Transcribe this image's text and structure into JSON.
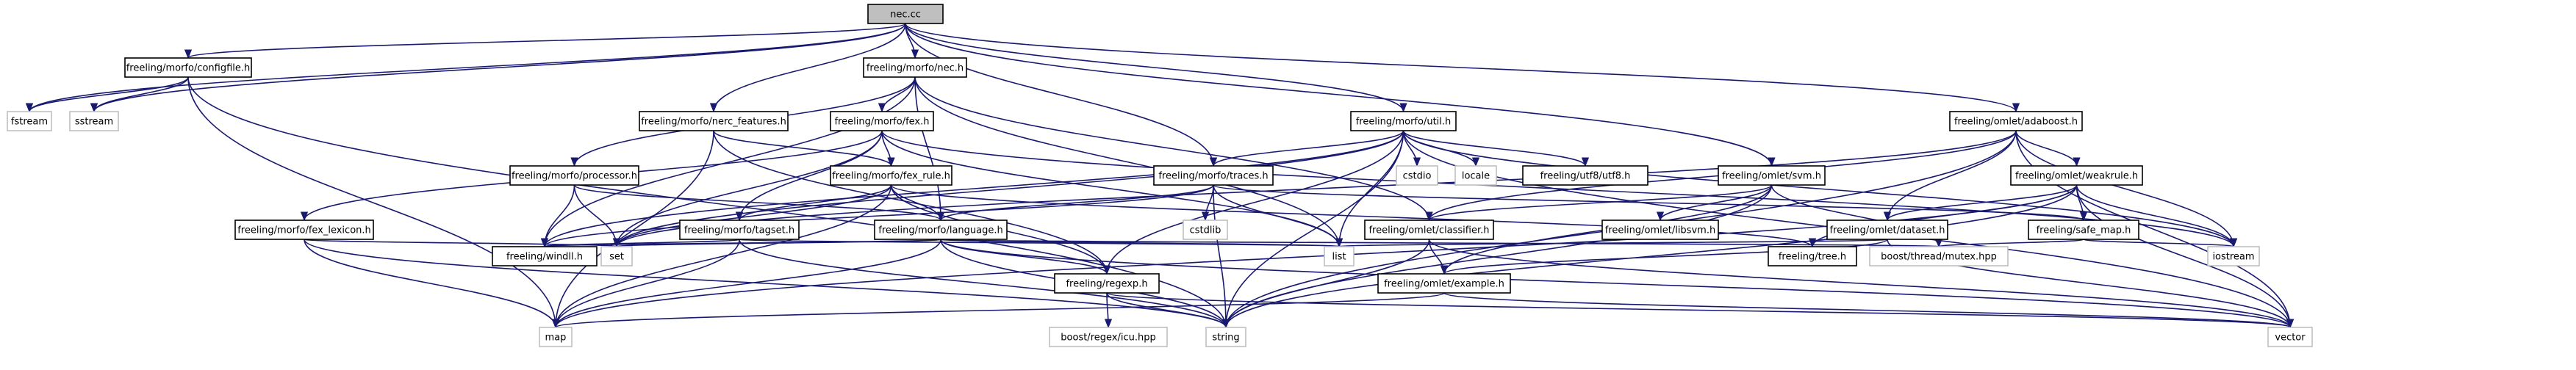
{
  "colors": {
    "edge": "#191970",
    "node_border": "#000000",
    "node_fill": "#ffffff",
    "root_fill": "#bfbfbf",
    "external_border": "#bfbfbf",
    "text": "#000000"
  },
  "nodes": {
    "nec_cc": {
      "label": "nec.cc",
      "kind": "root"
    },
    "configfile_h": {
      "label": "freeling/morfo/configfile.h",
      "kind": "internal"
    },
    "nec_h": {
      "label": "freeling/morfo/nec.h",
      "kind": "internal"
    },
    "nerc_features_h": {
      "label": "freeling/morfo/nerc_features.h",
      "kind": "internal"
    },
    "fex_h": {
      "label": "freeling/morfo/fex.h",
      "kind": "internal"
    },
    "util_h": {
      "label": "freeling/morfo/util.h",
      "kind": "internal"
    },
    "adaboost_h": {
      "label": "freeling/omlet/adaboost.h",
      "kind": "internal"
    },
    "processor_h": {
      "label": "freeling/morfo/processor.h",
      "kind": "internal"
    },
    "fex_rule_h": {
      "label": "freeling/morfo/fex_rule.h",
      "kind": "internal"
    },
    "traces_h": {
      "label": "freeling/morfo/traces.h",
      "kind": "internal"
    },
    "svm_h": {
      "label": "freeling/omlet/svm.h",
      "kind": "internal"
    },
    "weakrule_h": {
      "label": "freeling/omlet/weakrule.h",
      "kind": "internal"
    },
    "fex_lexicon_h": {
      "label": "freeling/morfo/fex_lexicon.h",
      "kind": "internal"
    },
    "tagset_h": {
      "label": "freeling/morfo/tagset.h",
      "kind": "internal"
    },
    "language_h": {
      "label": "freeling/morfo/language.h",
      "kind": "internal"
    },
    "classifier_h": {
      "label": "freeling/omlet/classifier.h",
      "kind": "internal"
    },
    "libsvm_h": {
      "label": "freeling/omlet/libsvm.h",
      "kind": "internal"
    },
    "dataset_h": {
      "label": "freeling/omlet/dataset.h",
      "kind": "internal"
    },
    "safe_map_h": {
      "label": "freeling/safe_map.h",
      "kind": "internal"
    },
    "windll_h": {
      "label": "freeling/windll.h",
      "kind": "internal"
    },
    "regexp_h": {
      "label": "freeling/regexp.h",
      "kind": "internal"
    },
    "example_h": {
      "label": "freeling/omlet/example.h",
      "kind": "internal"
    },
    "tree_h": {
      "label": "freeling/tree.h",
      "kind": "internal"
    },
    "utf8_h": {
      "label": "freeling/utf8/utf8.h",
      "kind": "internal"
    },
    "fstream": {
      "label": "fstream",
      "kind": "external"
    },
    "sstream": {
      "label": "sstream",
      "kind": "external"
    },
    "cstdio": {
      "label": "cstdio",
      "kind": "external"
    },
    "locale": {
      "label": "locale",
      "kind": "external"
    },
    "cstdlib": {
      "label": "cstdlib",
      "kind": "external"
    },
    "set": {
      "label": "set",
      "kind": "external"
    },
    "list": {
      "label": "list",
      "kind": "external"
    },
    "mutex_hpp": {
      "label": "boost/thread/mutex.hpp",
      "kind": "external"
    },
    "iostream": {
      "label": "iostream",
      "kind": "external"
    },
    "map": {
      "label": "map",
      "kind": "external"
    },
    "string": {
      "label": "string",
      "kind": "external"
    },
    "vector": {
      "label": "vector",
      "kind": "external"
    },
    "icu_hpp": {
      "label": "boost/regex/icu.hpp",
      "kind": "external"
    }
  },
  "edges": [
    [
      "nec_cc",
      "fstream"
    ],
    [
      "nec_cc",
      "sstream"
    ],
    [
      "nec_cc",
      "configfile_h"
    ],
    [
      "nec_cc",
      "nec_h"
    ],
    [
      "nec_cc",
      "nerc_features_h"
    ],
    [
      "nec_cc",
      "util_h"
    ],
    [
      "nec_cc",
      "adaboost_h"
    ],
    [
      "nec_cc",
      "svm_h"
    ],
    [
      "nec_cc",
      "traces_h"
    ],
    [
      "configfile_h",
      "fstream"
    ],
    [
      "configfile_h",
      "sstream"
    ],
    [
      "configfile_h",
      "map"
    ],
    [
      "configfile_h",
      "string"
    ],
    [
      "nec_h",
      "list"
    ],
    [
      "nec_h",
      "fex_h"
    ],
    [
      "nec_h",
      "processor_h"
    ],
    [
      "nec_h",
      "language_h"
    ],
    [
      "nec_h",
      "windll_h"
    ],
    [
      "nec_h",
      "classifier_h"
    ],
    [
      "nerc_features_h",
      "map"
    ],
    [
      "nerc_features_h",
      "fex_rule_h"
    ],
    [
      "nerc_features_h",
      "regexp_h"
    ],
    [
      "fex_h",
      "set"
    ],
    [
      "fex_h",
      "list"
    ],
    [
      "fex_h",
      "fex_rule_h"
    ],
    [
      "fex_h",
      "fex_lexicon_h"
    ],
    [
      "fex_h",
      "tagset_h"
    ],
    [
      "fex_h",
      "iostream"
    ],
    [
      "util_h",
      "windll_h"
    ],
    [
      "util_h",
      "set"
    ],
    [
      "util_h",
      "list"
    ],
    [
      "util_h",
      "cstdio"
    ],
    [
      "util_h",
      "locale"
    ],
    [
      "util_h",
      "utf8_h"
    ],
    [
      "util_h",
      "traces_h"
    ],
    [
      "util_h",
      "regexp_h"
    ],
    [
      "util_h",
      "iostream"
    ],
    [
      "util_h",
      "string"
    ],
    [
      "util_h",
      "vector"
    ],
    [
      "adaboost_h",
      "weakrule_h"
    ],
    [
      "adaboost_h",
      "dataset_h"
    ],
    [
      "adaboost_h",
      "classifier_h"
    ],
    [
      "adaboost_h",
      "iostream"
    ],
    [
      "adaboost_h",
      "vector"
    ],
    [
      "adaboost_h",
      "string"
    ],
    [
      "adaboost_h",
      "set"
    ],
    [
      "processor_h",
      "windll_h"
    ],
    [
      "processor_h",
      "set"
    ],
    [
      "processor_h",
      "language_h"
    ],
    [
      "fex_rule_h",
      "map"
    ],
    [
      "fex_rule_h",
      "set"
    ],
    [
      "fex_rule_h",
      "language_h"
    ],
    [
      "fex_rule_h",
      "tagset_h"
    ],
    [
      "fex_rule_h",
      "regexp_h"
    ],
    [
      "fex_rule_h",
      "tree_h"
    ],
    [
      "traces_h",
      "cstdlib"
    ],
    [
      "traces_h",
      "list"
    ],
    [
      "traces_h",
      "string"
    ],
    [
      "traces_h",
      "language_h"
    ],
    [
      "traces_h",
      "safe_map_h"
    ],
    [
      "traces_h",
      "windll_h"
    ],
    [
      "svm_h",
      "classifier_h"
    ],
    [
      "svm_h",
      "libsvm_h"
    ],
    [
      "svm_h",
      "example_h"
    ],
    [
      "svm_h",
      "mutex_hpp"
    ],
    [
      "svm_h",
      "string"
    ],
    [
      "weakrule_h",
      "dataset_h"
    ],
    [
      "weakrule_h",
      "safe_map_h"
    ],
    [
      "weakrule_h",
      "iostream"
    ],
    [
      "weakrule_h",
      "vector"
    ],
    [
      "weakrule_h",
      "map"
    ],
    [
      "weakrule_h",
      "string"
    ],
    [
      "weakrule_h",
      "tree_h"
    ],
    [
      "fex_lexicon_h",
      "map"
    ],
    [
      "fex_lexicon_h",
      "set"
    ],
    [
      "fex_lexicon_h",
      "string"
    ],
    [
      "tagset_h",
      "windll_h"
    ],
    [
      "tagset_h",
      "map"
    ],
    [
      "tagset_h",
      "string"
    ],
    [
      "tagset_h",
      "list"
    ],
    [
      "language_h",
      "windll_h"
    ],
    [
      "language_h",
      "set"
    ],
    [
      "language_h",
      "list"
    ],
    [
      "language_h",
      "map"
    ],
    [
      "language_h",
      "string"
    ],
    [
      "language_h",
      "regexp_h"
    ],
    [
      "language_h",
      "vector"
    ],
    [
      "language_h",
      "mutex_hpp"
    ],
    [
      "classifier_h",
      "example_h"
    ],
    [
      "classifier_h",
      "string"
    ],
    [
      "classifier_h",
      "vector"
    ],
    [
      "dataset_h",
      "example_h"
    ],
    [
      "dataset_h",
      "list"
    ],
    [
      "dataset_h",
      "vector"
    ],
    [
      "safe_map_h",
      "iostream"
    ],
    [
      "safe_map_h",
      "mutex_hpp"
    ],
    [
      "regexp_h",
      "icu_hpp"
    ],
    [
      "regexp_h",
      "string"
    ],
    [
      "regexp_h",
      "vector"
    ],
    [
      "example_h",
      "map"
    ],
    [
      "example_h",
      "vector"
    ]
  ]
}
